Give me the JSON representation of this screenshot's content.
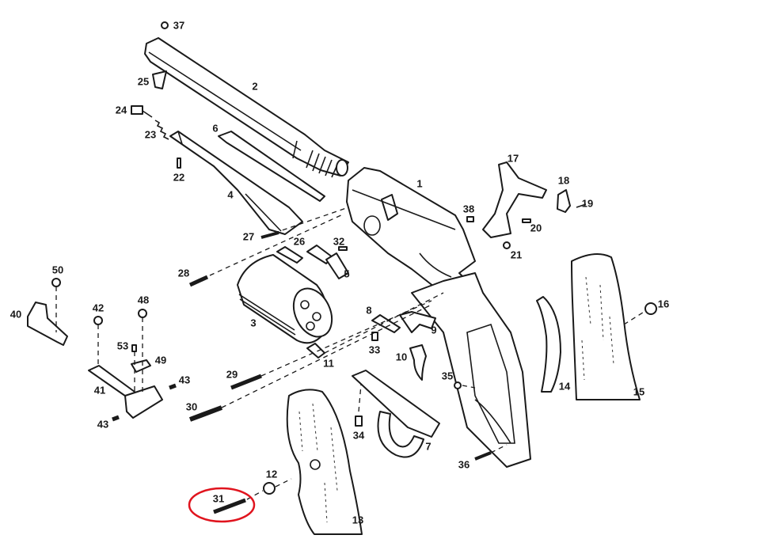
{
  "highlight": {
    "part": "31",
    "color": "#e0141e"
  },
  "parts": [
    {
      "id": "37"
    },
    {
      "id": "25"
    },
    {
      "id": "2"
    },
    {
      "id": "24"
    },
    {
      "id": "23"
    },
    {
      "id": "6"
    },
    {
      "id": "22"
    },
    {
      "id": "4"
    },
    {
      "id": "1"
    },
    {
      "id": "17"
    },
    {
      "id": "18"
    },
    {
      "id": "19"
    },
    {
      "id": "38"
    },
    {
      "id": "20"
    },
    {
      "id": "21"
    },
    {
      "id": "27"
    },
    {
      "id": "26"
    },
    {
      "id": "32"
    },
    {
      "id": "5"
    },
    {
      "id": "28"
    },
    {
      "id": "50"
    },
    {
      "id": "40"
    },
    {
      "id": "42"
    },
    {
      "id": "48"
    },
    {
      "id": "3"
    },
    {
      "id": "8"
    },
    {
      "id": "9"
    },
    {
      "id": "16"
    },
    {
      "id": "33"
    },
    {
      "id": "11"
    },
    {
      "id": "10"
    },
    {
      "id": "53"
    },
    {
      "id": "49"
    },
    {
      "id": "43"
    },
    {
      "id": "29"
    },
    {
      "id": "35"
    },
    {
      "id": "41"
    },
    {
      "id": "14"
    },
    {
      "id": "15"
    },
    {
      "id": "30"
    },
    {
      "id": "43"
    },
    {
      "id": "34"
    },
    {
      "id": "7"
    },
    {
      "id": "36"
    },
    {
      "id": "12"
    },
    {
      "id": "31"
    },
    {
      "id": "13"
    }
  ]
}
